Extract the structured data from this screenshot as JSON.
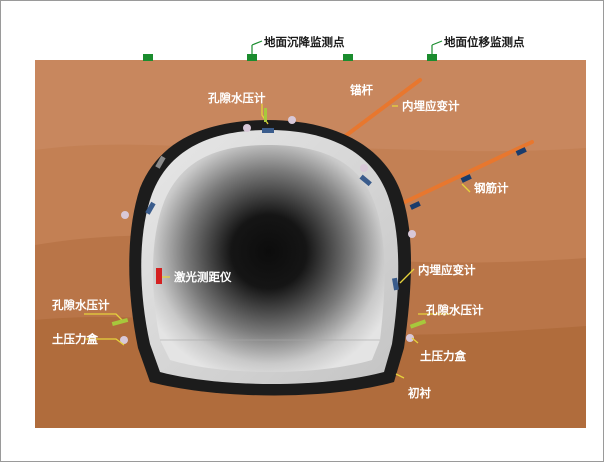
{
  "labels": {
    "surface_settlement": "地面沉降监测点",
    "surface_displacement": "地面位移监测点",
    "anchor_rod": "锚杆",
    "embedded_strain_top": "内埋应变计",
    "rebar_meter": "钢筋计",
    "pore_pressure_top": "孔隙水压计",
    "embedded_strain_right": "内埋应变计",
    "laser_rangefinder": "激光测距仪",
    "pore_pressure_left": "孔隙水压计",
    "earth_pressure_left": "土压力盒",
    "pore_pressure_right": "孔隙水压计",
    "earth_pressure_right": "土压力盒",
    "primary_lining": "初衬"
  },
  "colors": {
    "soil_top": "#c8875e",
    "soil_mid": "#b97548",
    "soil_bottom": "#b06c3c",
    "lining": "#1c1c1c",
    "marker_green": "#1a8c2e",
    "anchor_orange": "#e8772e",
    "laser_red": "#d42020",
    "leader_yellow": "#e6d23c"
  },
  "icons": {
    "surface_marker": "green-marker-icon",
    "sensor": "sensor-icon",
    "laser": "laser-device-icon"
  }
}
